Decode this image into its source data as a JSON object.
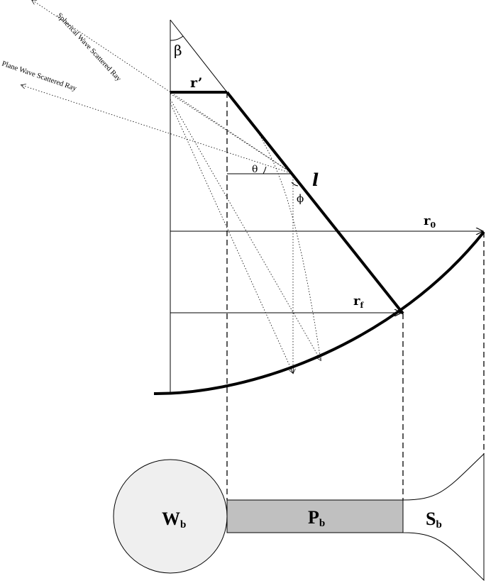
{
  "labels": {
    "beta": "β",
    "r_prime": "r’",
    "theta": "θ",
    "l": "l",
    "phi": "ϕ",
    "r0_main": "r",
    "r0_sub": "0",
    "rf_main": "r",
    "rf_sub": "f",
    "spherical_ray": "Spherical Wave Scattered Ray",
    "plane_ray": "Plane Wave Scattered Ray",
    "wb_main": "W",
    "wb_sub": "b",
    "pb_main": "P",
    "pb_sub": "b",
    "sb_main": "S",
    "sb_sub": "b"
  },
  "colors": {
    "line": "#000000",
    "sphere_fill": "#efefef",
    "band_fill": "#c0c0c0"
  }
}
